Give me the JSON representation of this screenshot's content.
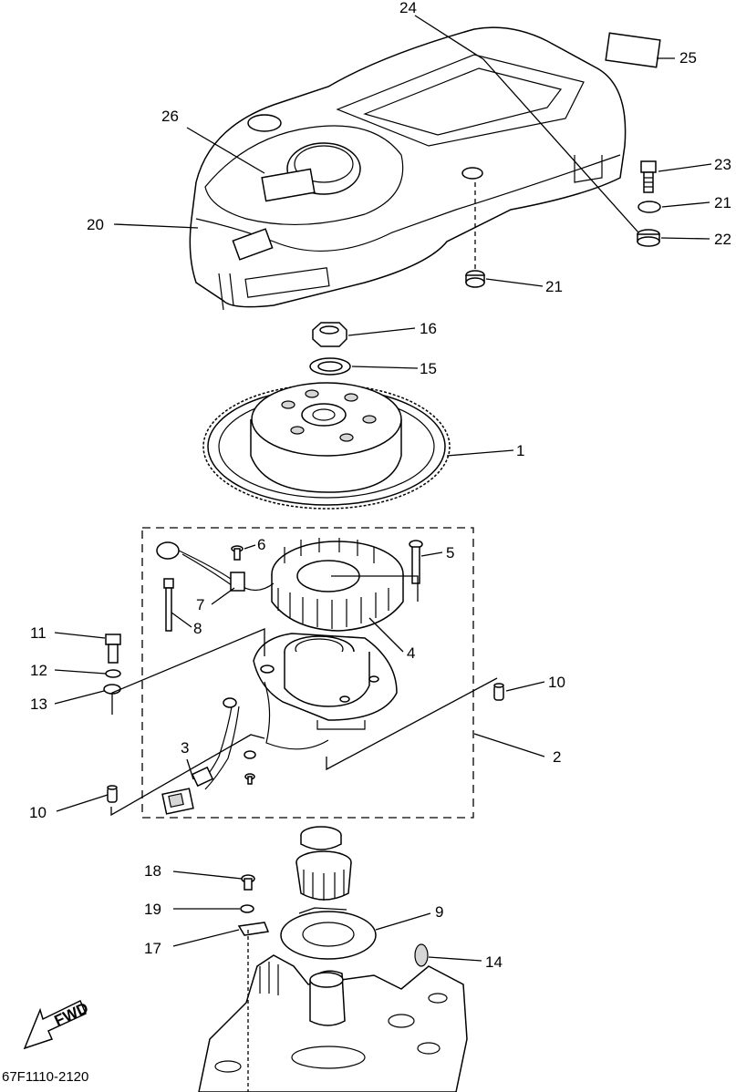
{
  "diagram": {
    "code": "67F1110-2120",
    "fwd_label": "FWD",
    "callouts": {
      "c1": "1",
      "c2": "2",
      "c3": "3",
      "c4": "4",
      "c5": "5",
      "c6": "6",
      "c7": "7",
      "c8": "8",
      "c9": "9",
      "c10a": "10",
      "c10b": "10",
      "c11": "11",
      "c12": "12",
      "c13": "13",
      "c14": "14",
      "c15": "15",
      "c16": "16",
      "c17": "17",
      "c18": "18",
      "c19": "19",
      "c20": "20",
      "c21a": "21",
      "c21b": "21",
      "c22": "22",
      "c23": "23",
      "c24": "24",
      "c25": "25",
      "c26": "26"
    }
  }
}
